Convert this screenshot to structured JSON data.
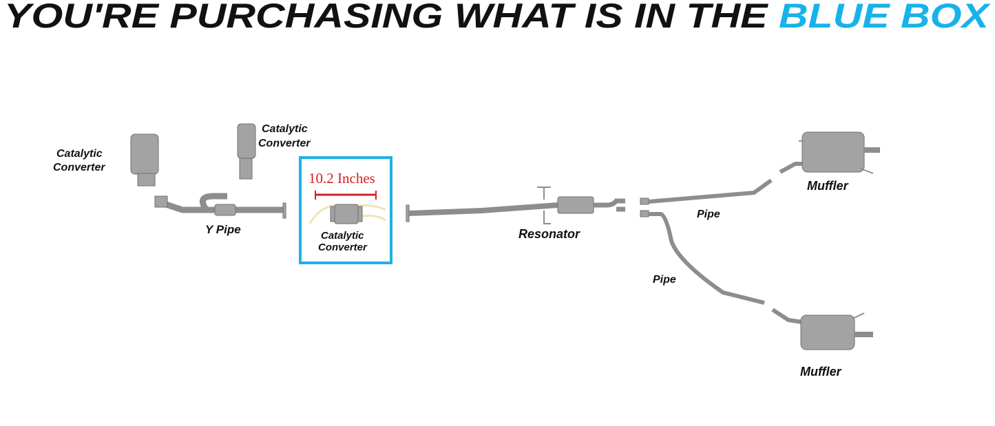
{
  "title": {
    "prefix": "YOU'RE PURCHASING WHAT IS IN THE",
    "highlight": "BLUE BOX"
  },
  "colors": {
    "highlight": "#18b2ea",
    "box": "#1fb0e6",
    "measure": "#d42020"
  },
  "labels": {
    "cat_left": [
      "Catalytic",
      "Converter"
    ],
    "cat_top": [
      "Catalytic",
      "Converter"
    ],
    "y_pipe": "Y Pipe",
    "boxed_part": [
      "Catalytic",
      "Converter"
    ],
    "measurement": "10.2 Inches",
    "resonator": "Resonator",
    "pipe_upper": "Pipe",
    "pipe_lower": "Pipe",
    "muffler_upper": "Muffler",
    "muffler_lower": "Muffler"
  }
}
